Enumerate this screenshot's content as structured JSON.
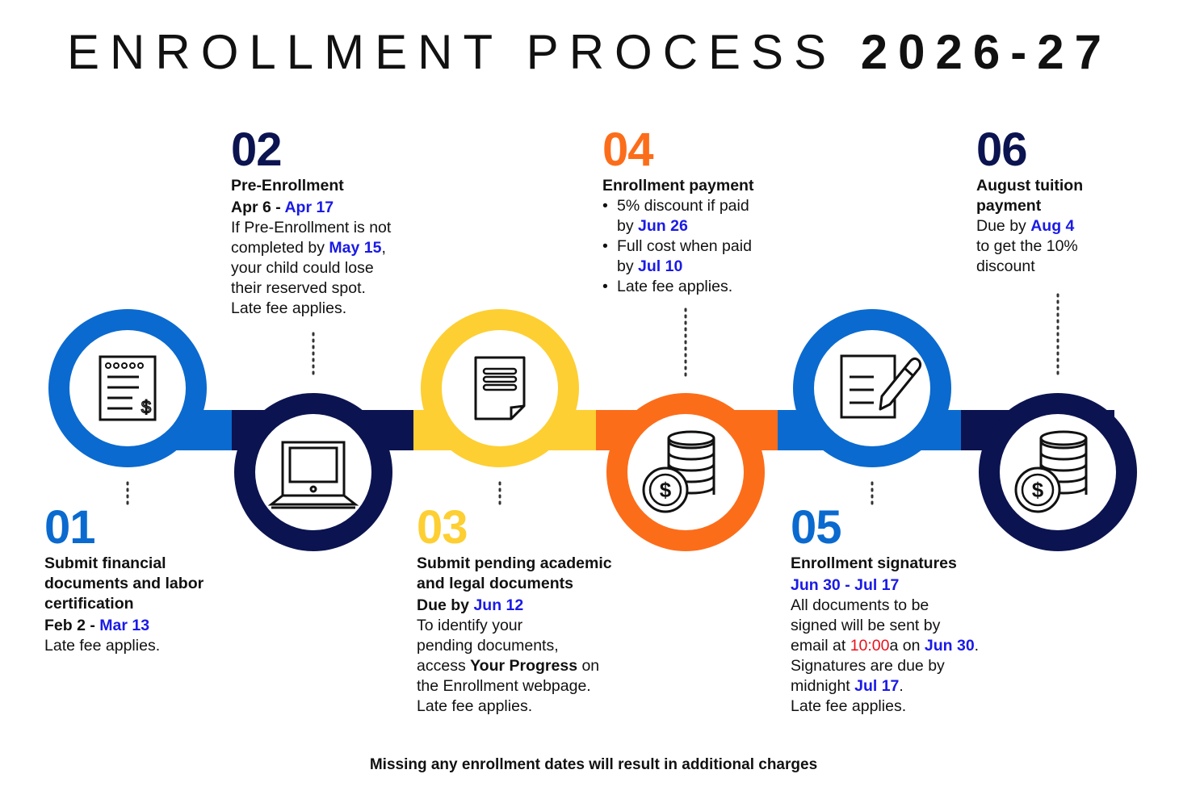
{
  "title": {
    "light": "ENROLLMENT PROCESS",
    "bold": "2026-27"
  },
  "colors": {
    "blue": "#0a6acf",
    "navy": "#0b1450",
    "yellow": "#fdcf32",
    "orange": "#fc6d1a",
    "date": "#1a1ae6",
    "time": "#e8111b"
  },
  "steps": [
    {
      "num": "01",
      "color": "#0a6acf",
      "icon": "invoice-dollar-icon",
      "heading": [
        "Submit financial",
        "documents and labor",
        "certification"
      ],
      "dates": [
        {
          "t": "Feb 2 - ",
          "s": "b"
        },
        {
          "t": "Mar 13",
          "s": "d"
        }
      ],
      "body": [
        [
          {
            "t": "Late fee applies."
          }
        ]
      ]
    },
    {
      "num": "02",
      "color": "#0b1450",
      "icon": "laptop-icon",
      "heading": [
        "Pre-Enrollment"
      ],
      "dates": [
        {
          "t": "Apr 6 - ",
          "s": "b"
        },
        {
          "t": "Apr 17",
          "s": "d"
        }
      ],
      "body": [
        [
          {
            "t": "If Pre-Enrollment is not"
          }
        ],
        [
          {
            "t": "completed by "
          },
          {
            "t": "May 15",
            "s": "d"
          },
          {
            "t": ","
          }
        ],
        [
          {
            "t": "your child could lose"
          }
        ],
        [
          {
            "t": "their reserved spot."
          }
        ],
        [
          {
            "t": "Late fee applies."
          }
        ]
      ]
    },
    {
      "num": "03",
      "color": "#fdcf32",
      "icon": "document-icon",
      "heading": [
        "Submit pending academic",
        "and legal documents"
      ],
      "dates": [
        {
          "t": "Due by ",
          "s": "b"
        },
        {
          "t": "Jun 12",
          "s": "d"
        }
      ],
      "body": [
        [
          {
            "t": "To identify your"
          }
        ],
        [
          {
            "t": "pending documents,"
          }
        ],
        [
          {
            "t": "access "
          },
          {
            "t": "Your Progress",
            "s": "b"
          },
          {
            "t": " on"
          }
        ],
        [
          {
            "t": "the Enrollment webpage."
          }
        ],
        [
          {
            "t": "Late fee applies."
          }
        ]
      ]
    },
    {
      "num": "04",
      "color": "#fc6d1a",
      "icon": "coins-icon",
      "heading": [
        "Enrollment payment"
      ],
      "dates": [],
      "body": [
        [
          {
            "t": "5% discount if paid",
            "k": "bl"
          }
        ],
        [
          {
            "t": "by ",
            "k": "ind"
          },
          {
            "t": "Jun 26",
            "s": "d"
          }
        ],
        [
          {
            "t": "Full cost when paid",
            "k": "bl"
          }
        ],
        [
          {
            "t": "by ",
            "k": "ind"
          },
          {
            "t": "Jul 10",
            "s": "d"
          }
        ],
        [
          {
            "t": "Late fee applies.",
            "k": "bl"
          }
        ]
      ]
    },
    {
      "num": "05",
      "color": "#0a6acf",
      "icon": "sign-document-icon",
      "heading": [
        "Enrollment signatures"
      ],
      "dates": [
        {
          "t": "Jun 30",
          "s": "d"
        },
        {
          "t": " - ",
          "s": "d"
        },
        {
          "t": "Jul 17",
          "s": "d"
        }
      ],
      "body": [
        [
          {
            "t": "All documents to be"
          }
        ],
        [
          {
            "t": "signed will be sent by"
          }
        ],
        [
          {
            "t": "email at "
          },
          {
            "t": "10:00",
            "s": "r"
          },
          {
            "t": "a on "
          },
          {
            "t": "Jun 30",
            "s": "d"
          },
          {
            "t": "."
          }
        ],
        [
          {
            "t": "Signatures are due by"
          }
        ],
        [
          {
            "t": "midnight "
          },
          {
            "t": "Jul 17",
            "s": "d"
          },
          {
            "t": "."
          }
        ],
        [
          {
            "t": "Late fee applies."
          }
        ]
      ]
    },
    {
      "num": "06",
      "color": "#0b1450",
      "icon": "coins-icon",
      "heading": [
        "August tuition",
        "payment"
      ],
      "dates": [],
      "body": [
        [
          {
            "t": "Due by "
          },
          {
            "t": "Aug 4",
            "s": "d"
          }
        ],
        [
          {
            "t": "to get the 10%"
          }
        ],
        [
          {
            "t": "discount"
          }
        ]
      ]
    }
  ],
  "footer": "Missing any enrollment dates will result in additional charges"
}
